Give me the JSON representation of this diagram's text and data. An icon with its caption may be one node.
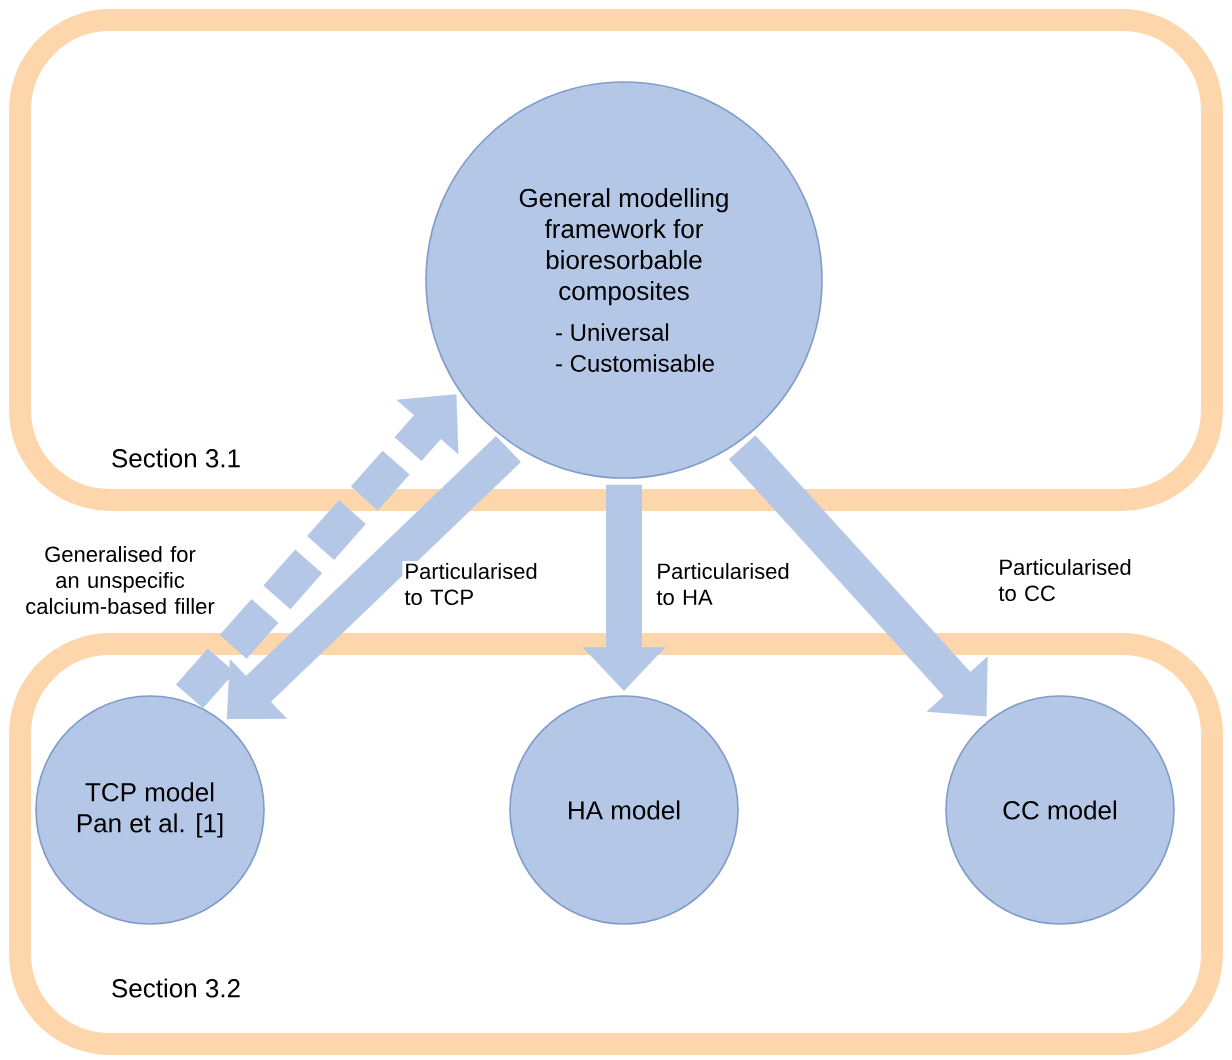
{
  "diagram": {
    "nodes": [
      {
        "text": [
          "Section 3.1"
        ]
      },
      {
        "text": [
          "General modelling framework for bioresorbable composites",
          "- Universal",
          "- Customisable"
        ],
        "in": 0
      },
      {
        "text": [
          "Section 3.2"
        ]
      },
      {
        "text": [
          "TCP model Pan et al. [1]"
        ],
        "in": 2
      },
      {
        "text": [
          "HA model"
        ],
        "in": 2
      },
      {
        "text": [
          "CC model"
        ],
        "in": 2
      }
    ],
    "edges": [
      {
        "from": 1,
        "to": 3,
        "arrow": "to",
        "label": "Particularised to TCP"
      },
      {
        "from": 1,
        "to": 4,
        "arrow": "to",
        "label": "Particularised to HA"
      },
      {
        "from": 1,
        "to": 5,
        "arrow": "to",
        "label": "Particularised to CC"
      },
      {
        "from": 3,
        "to": 1,
        "arrow": "to",
        "label": "Generalised for an unspecific calcium-based filler",
        "style": "dashed"
      }
    ]
  }
}
